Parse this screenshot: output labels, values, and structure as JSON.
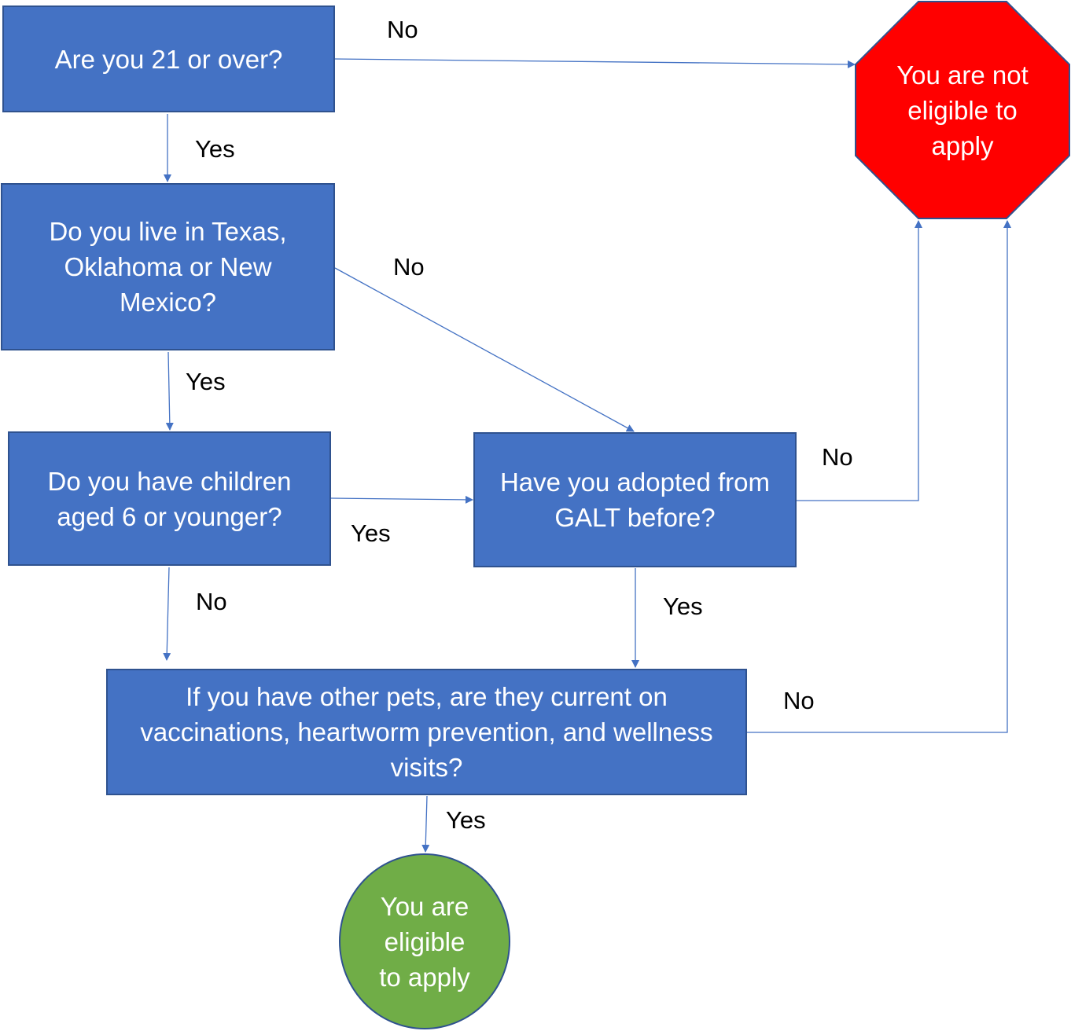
{
  "nodes": {
    "q1": "Are you 21 or over?",
    "q2": "Do you live in Texas, Oklahoma or New Mexico?",
    "q3": "Do you have children aged 6 or younger?",
    "q4": "Have you adopted from GALT before?",
    "q5": "If you have other pets, are they current on vaccinations, heartworm prevention, and wellness visits?",
    "not_eligible": "You are not eligible to apply",
    "eligible": "You are eligible to apply"
  },
  "edge_labels": {
    "q1_no": "No",
    "q1_yes": "Yes",
    "q2_no": "No",
    "q2_yes": "Yes",
    "q3_yes": "Yes",
    "q3_no": "No",
    "q4_no": "No",
    "q4_yes": "Yes",
    "q5_no": "No",
    "q5_yes": "Yes"
  },
  "colors": {
    "question_fill": "#4472c4",
    "border": "#2f528f",
    "connector": "#4472c4",
    "stop_fill": "#ff0000",
    "go_fill": "#70ad47",
    "node_text": "#ffffff",
    "label_text": "#000000"
  },
  "shapes": {
    "not_eligible": "octagon",
    "eligible": "circle",
    "questions": "rectangle"
  }
}
